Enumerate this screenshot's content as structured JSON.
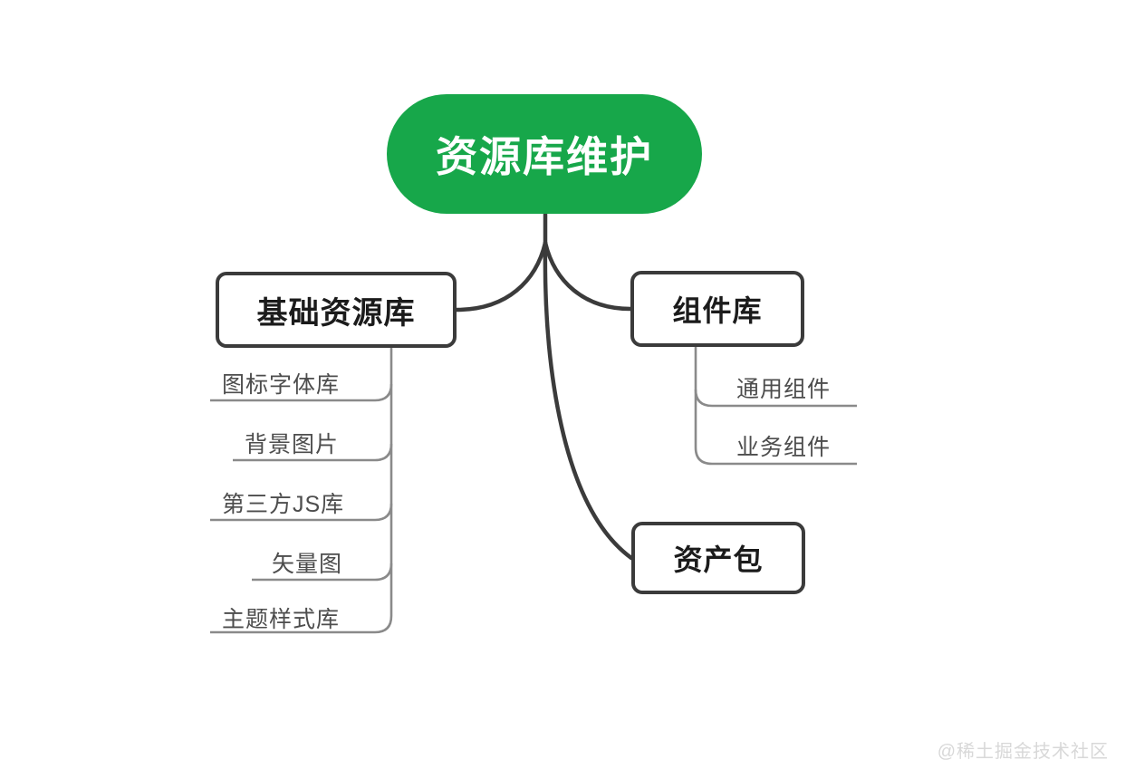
{
  "diagram": {
    "type": "mind-map",
    "background": "#ffffff",
    "root": {
      "label": "资源库维护",
      "fill": "#17a74a",
      "text_color": "#ffffff"
    },
    "branches": [
      {
        "id": "base-library",
        "label": "基础资源库",
        "side": "left",
        "children": [
          {
            "label": "图标字体库"
          },
          {
            "label": "背景图片"
          },
          {
            "label": "第三方JS库"
          },
          {
            "label": "矢量图"
          },
          {
            "label": "主题样式库"
          }
        ]
      },
      {
        "id": "component-library",
        "label": "组件库",
        "side": "right",
        "children": [
          {
            "label": "通用组件"
          },
          {
            "label": "业务组件"
          }
        ]
      },
      {
        "id": "asset-package",
        "label": "资产包",
        "side": "right",
        "children": []
      }
    ],
    "stroke_color": "#3b3b3b",
    "leaf_stroke_color": "#8a8a8a",
    "leaf_text_color": "#4d4d4d"
  },
  "watermark": {
    "text": "@稀土掘金技术社区"
  }
}
